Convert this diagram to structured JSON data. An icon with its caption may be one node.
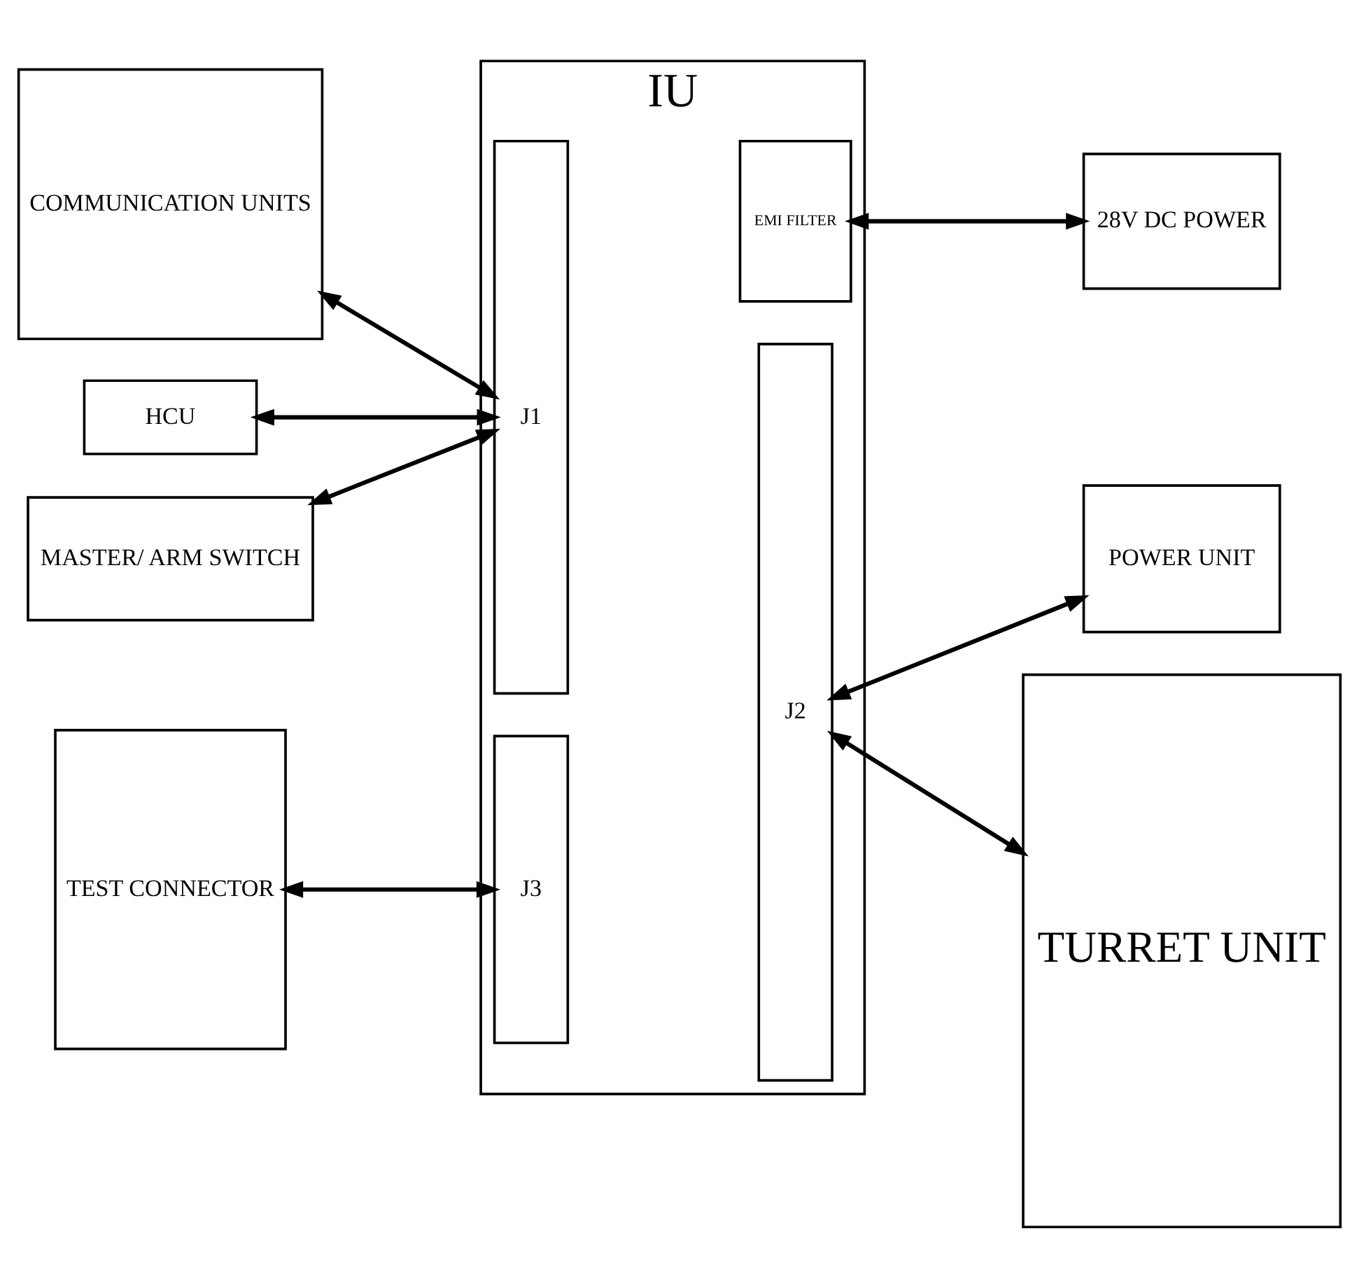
{
  "diagram": {
    "nodes": [
      {
        "text": [
          "IU"
        ]
      },
      {
        "text": [
          "EMI FILTER"
        ],
        "in": 0
      },
      {
        "text": [
          "J1"
        ],
        "in": 0
      },
      {
        "text": [
          "J2"
        ],
        "in": 0
      },
      {
        "text": [
          "J3"
        ],
        "in": 0
      },
      {
        "text": [
          "COMMUNICATION UNITS"
        ]
      },
      {
        "text": [
          "HCU"
        ]
      },
      {
        "text": [
          "MASTER/ ARM SWITCH"
        ]
      },
      {
        "text": [
          "TEST CONNECTOR"
        ]
      },
      {
        "text": [
          "28V DC POWER"
        ]
      },
      {
        "text": [
          "POWER UNIT"
        ]
      },
      {
        "text": [
          "TURRET UNIT"
        ]
      }
    ],
    "edges": [
      {
        "from": 5,
        "to": 2,
        "arrow": "both"
      },
      {
        "from": 6,
        "to": 2,
        "arrow": "both"
      },
      {
        "from": 7,
        "to": 2,
        "arrow": "both"
      },
      {
        "from": 8,
        "to": 4,
        "arrow": "both"
      },
      {
        "from": 1,
        "to": 9,
        "arrow": "both"
      },
      {
        "from": 3,
        "to": 10,
        "arrow": "both"
      },
      {
        "from": 3,
        "to": 11,
        "arrow": "both"
      }
    ]
  }
}
